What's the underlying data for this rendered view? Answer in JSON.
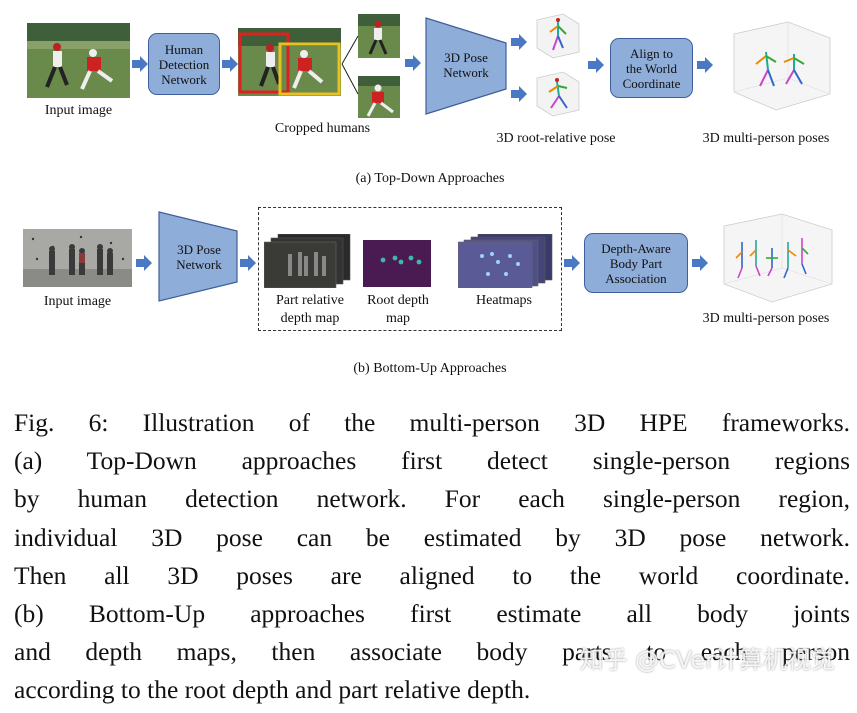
{
  "top_down": {
    "input_label": "Input image",
    "detector_label": "Human\nDetection\nNetwork",
    "cropped_label": "Cropped humans",
    "pose_net_label": "3D Pose\nNetwork",
    "root_relative_label": "3D root-relative pose",
    "align_label": "Align to\nthe World\nCoordinate",
    "multi_label": "3D multi-person poses",
    "caption": "(a) Top-Down Approaches"
  },
  "bottom_up": {
    "input_label": "Input image",
    "pose_net_label": "3D Pose\nNetwork",
    "part_depth_label": "Part relative\ndepth map",
    "root_depth_label": "Root depth\nmap",
    "heatmaps_label": "Heatmaps",
    "association_label": "Depth-Aware\nBody Part\nAssociation",
    "multi_label": "3D multi-person poses",
    "caption": "(b) Bottom-Up Approaches"
  },
  "figure_caption": {
    "lines": [
      "Fig. 6: Illustration of the multi-person 3D HPE frameworks.",
      "(a) Top-Down approaches first detect single-person regions",
      "by human detection network. For each single-person region,",
      "individual 3D pose can be estimated by 3D pose network.",
      "Then all 3D poses are aligned to the world coordinate.",
      "(b) Bottom-Up approaches first estimate all body joints",
      "and depth maps, then associate body parts to each person",
      "according to the root depth and part relative depth."
    ]
  },
  "watermark": "知乎 @CVer计算机视觉",
  "colors": {
    "box_fill": "#8fadd9",
    "box_border": "#3f5f9c",
    "arrow": "#4a78c2"
  }
}
